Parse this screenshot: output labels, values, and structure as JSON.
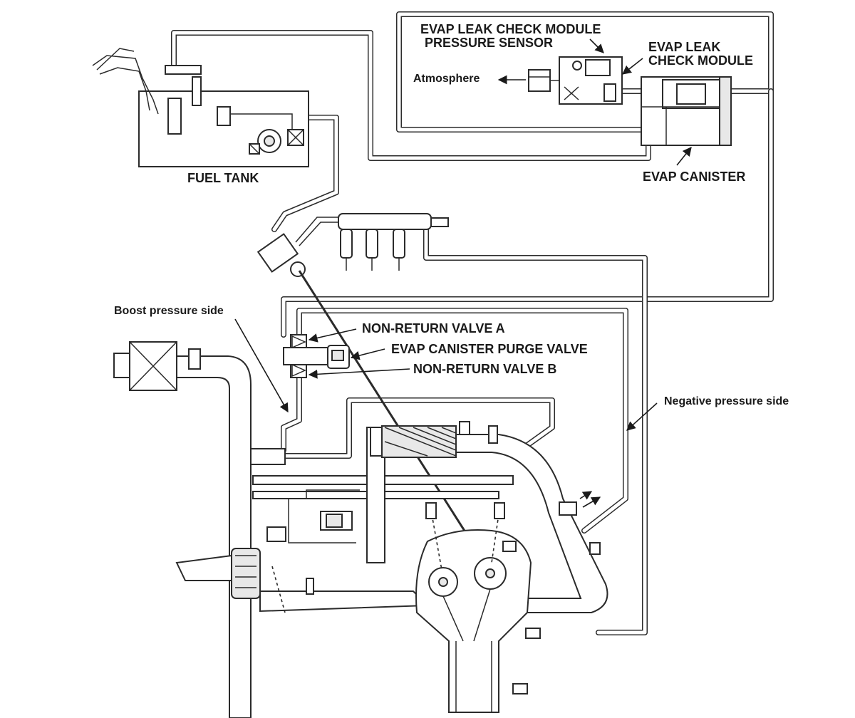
{
  "labels": {
    "evap_leak_check_module_pressure_sensor_line1": "EVAP LEAK CHECK MODULE",
    "evap_leak_check_module_pressure_sensor_line2": "PRESSURE SENSOR",
    "evap_leak_check_module_line1": "EVAP LEAK",
    "evap_leak_check_module_line2": "CHECK MODULE",
    "atmosphere": "Atmosphere",
    "fuel_tank": "FUEL TANK",
    "evap_canister": "EVAP CANISTER",
    "boost_pressure_side": "Boost pressure side",
    "non_return_valve_a": "NON-RETURN VALVE A",
    "evap_canister_purge_valve": "EVAP CANISTER PURGE VALVE",
    "non_return_valve_b": "NON-RETURN VALVE B",
    "negative_pressure_side": "Negative pressure side"
  }
}
